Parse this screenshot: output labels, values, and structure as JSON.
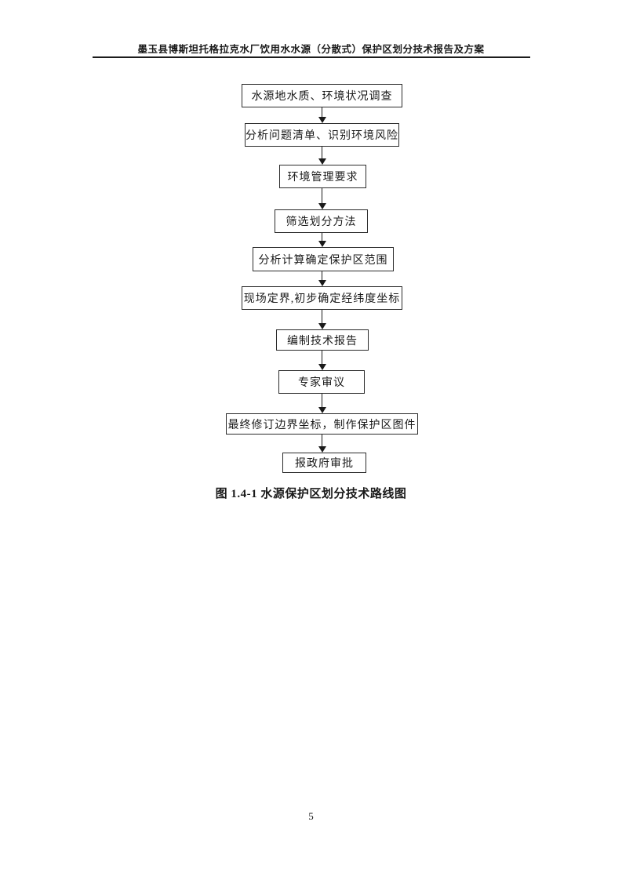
{
  "header": {
    "title": "墨玉县博斯坦托格拉克水厂饮用水水源（分散式）保护区划分技术报告及方案"
  },
  "flowchart": {
    "nodes": [
      {
        "label": "水源地水质、环境状况调查"
      },
      {
        "label": "分析问题清单、识别环境风险"
      },
      {
        "label": "环境管理要求"
      },
      {
        "label": "筛选划分方法"
      },
      {
        "label": "分析计算确定保护区范围"
      },
      {
        "label": "现场定界,初步确定经纬度坐标"
      },
      {
        "label": "编制技术报告"
      },
      {
        "label": "专家审议"
      },
      {
        "label": "最终修订边界坐标，制作保护区图件"
      },
      {
        "label": "报政府审批"
      }
    ],
    "caption": "图 1.4-1 水源保护区划分技术路线图"
  },
  "footer": {
    "page_number": "5"
  },
  "colors": {
    "ink": "#1a1a1a",
    "box_border": "#2b2b2b",
    "page_background": "#ffffff"
  }
}
